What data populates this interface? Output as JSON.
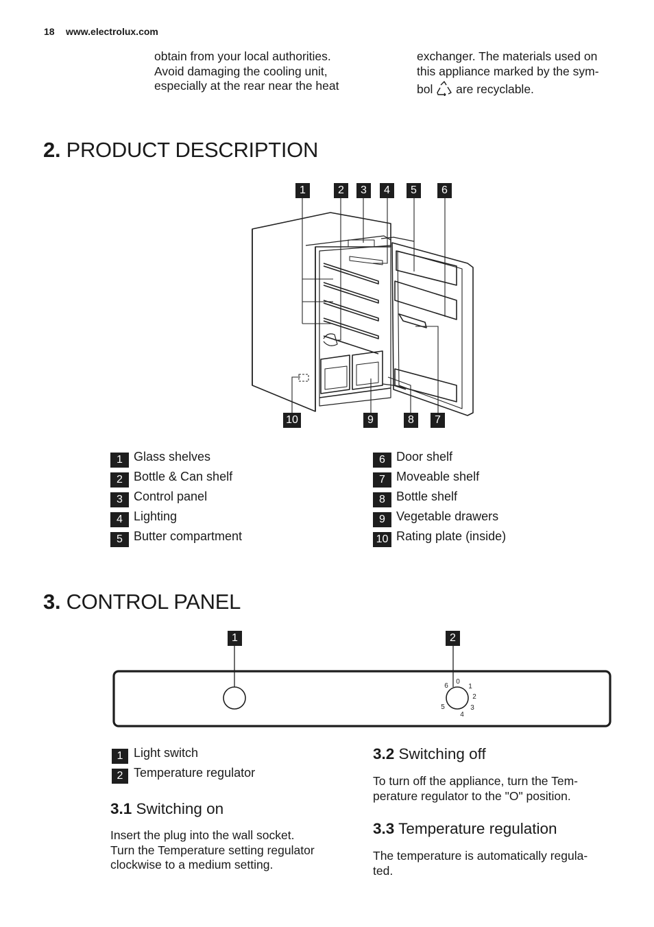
{
  "header": {
    "page_number": "18",
    "website": "www.electrolux.com"
  },
  "intro": {
    "col1_lines": [
      "obtain from your local authorities.",
      "Avoid damaging the cooling unit,",
      "especially at the rear near the heat"
    ],
    "col2_lines": [
      "exchanger. The materials used on",
      "this appliance marked by the sym-"
    ],
    "col2_last_pre": "bol",
    "col2_last_post": "are recyclable.",
    "symbol_icon": "recycle-icon"
  },
  "product_description": {
    "number": "2.",
    "title": "PRODUCT DESCRIPTION",
    "diagram_callouts_top": [
      "1",
      "2",
      "3",
      "4",
      "5",
      "6"
    ],
    "diagram_callouts_bottom": [
      "10",
      "9",
      "8",
      "7"
    ],
    "items": [
      {
        "num": "1",
        "label": "Glass shelves"
      },
      {
        "num": "2",
        "label": "Bottle & Can shelf"
      },
      {
        "num": "3",
        "label": "Control panel"
      },
      {
        "num": "4",
        "label": "Lighting"
      },
      {
        "num": "5",
        "label": "Butter compartment"
      },
      {
        "num": "6",
        "label": "Door shelf"
      },
      {
        "num": "7",
        "label": "Moveable shelf"
      },
      {
        "num": "8",
        "label": "Bottle shelf"
      },
      {
        "num": "9",
        "label": "Vegetable drawers"
      },
      {
        "num": "10",
        "label": "Rating plate (inside)"
      }
    ]
  },
  "control_panel": {
    "number": "3.",
    "title": "CONTROL PANEL",
    "callouts": [
      "1",
      "2"
    ],
    "dial_marks": [
      "0",
      "1",
      "2",
      "3",
      "4",
      "5",
      "6"
    ],
    "items": [
      {
        "num": "1",
        "label": "Light switch"
      },
      {
        "num": "2",
        "label": "Temperature regulator"
      }
    ],
    "switching_on": {
      "number": "3.1",
      "title": "Switching on",
      "lines": [
        "Insert the plug into the wall socket.",
        "Turn the Temperature setting regulator",
        "clockwise to a medium setting."
      ]
    },
    "switching_off": {
      "number": "3.2",
      "title": "Switching off",
      "lines": [
        "To turn off the appliance, turn the Tem-",
        "perature regulator to the \"O\" position."
      ]
    },
    "temp_regulation": {
      "number": "3.3",
      "title": "Temperature regulation",
      "lines": [
        "The temperature is automatically regula-",
        "ted."
      ]
    }
  }
}
